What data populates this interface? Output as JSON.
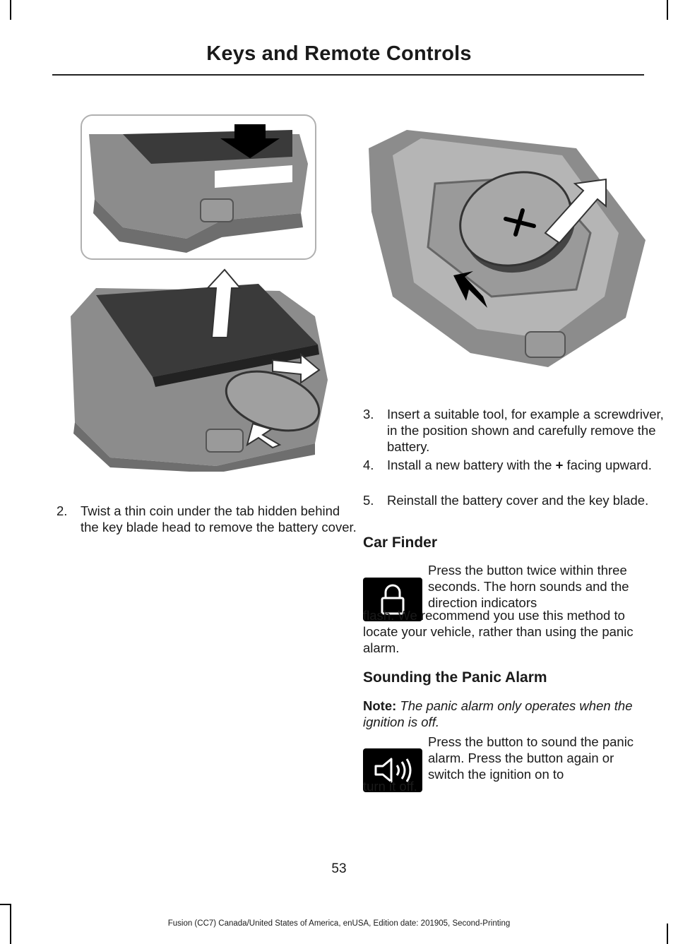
{
  "header": {
    "title": "Keys and Remote Controls"
  },
  "steps_left": [
    {
      "number": "2.",
      "text": "Twist a thin coin under the tab hidden behind the key blade head to remove the battery cover."
    }
  ],
  "steps_right": [
    {
      "number": "3.",
      "text": "Insert a suitable tool, for example a screwdriver, in the position shown and carefully remove the battery."
    },
    {
      "number": "4.",
      "text_before": "Install a new battery with the ",
      "symbol": "+",
      "text_after": " facing upward."
    },
    {
      "number": "5.",
      "text": "Reinstall the battery cover and the key blade."
    }
  ],
  "car_finder": {
    "heading": "Car Finder",
    "icon": "lock-icon",
    "icon_text": "Press the button twice within three seconds.  The horn sounds and the direction indicators",
    "continuation": "flash.  We recommend you use this method to locate your vehicle, rather than using the panic alarm."
  },
  "panic_alarm": {
    "heading": "Sounding the Panic Alarm",
    "note_label": "Note:",
    "note_text": " The panic alarm only operates when the ignition is off.",
    "icon": "speaker-sound-icon",
    "icon_text": "Press the button to sound the panic alarm.  Press the button again or switch the ignition on to",
    "continuation": "turn it off."
  },
  "page_number": "53",
  "footer": "Fusion (CC7) Canada/United States of America, enUSA, Edition date: 201905, Second-Printing",
  "colors": {
    "fob_body": "#8c8c8c",
    "fob_dark": "#3a3a3a",
    "fob_light": "#b5b5b5",
    "battery": "#a0a0a0"
  }
}
